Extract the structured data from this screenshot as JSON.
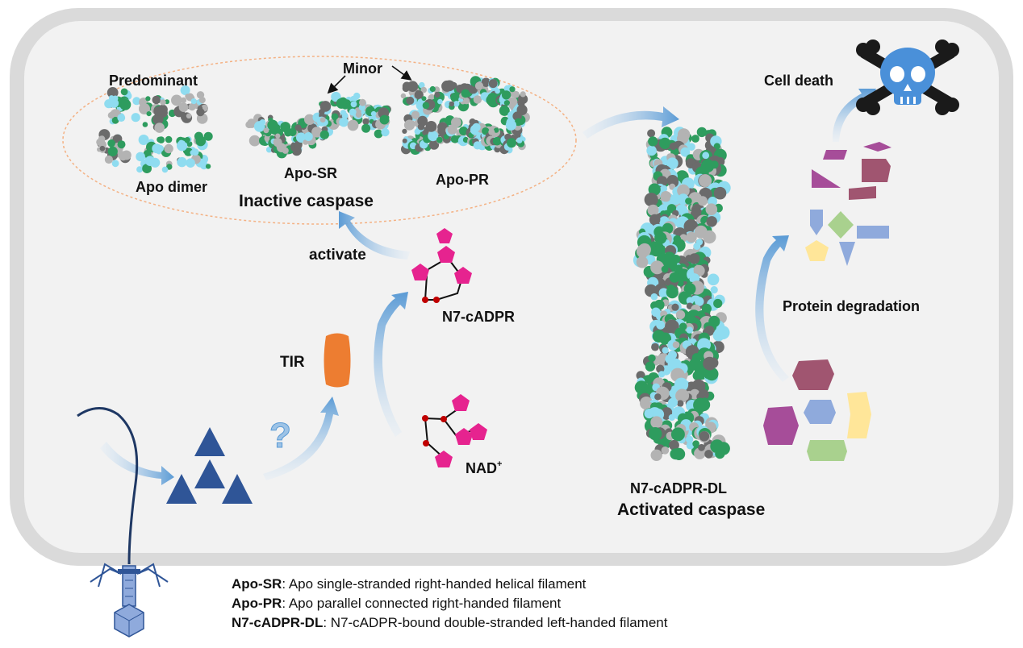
{
  "labels": {
    "predominant": "Predominant",
    "minor": "Minor",
    "apo_dimer": "Apo dimer",
    "apo_sr": "Apo-SR",
    "apo_pr": "Apo-PR",
    "inactive_caspase": "Inactive caspase",
    "activate": "activate",
    "n7_cadpr": "N7-cADPR",
    "tir": "TIR",
    "question": "?",
    "nad": "NAD",
    "nad_sup": "+",
    "n7_cadpr_dl": "N7-cADPR-DL",
    "activated_caspase": "Activated caspase",
    "cell_death": "Cell death",
    "protein_degradation": "Protein degradation"
  },
  "legend": [
    {
      "term": "Apo-SR",
      "definition": ": Apo single-stranded right-handed helical filament"
    },
    {
      "term": "Apo-PR",
      "definition": ": Apo parallel connected right-handed filament"
    },
    {
      "term": "N7-cADPR-DL",
      "definition": ": N7-cADPR-bound double-stranded left-handed filament"
    }
  ],
  "colors": {
    "cell_fill": "#f2f2f2",
    "cell_border": "#d9d9d9",
    "protein_green": "#2e9c5e",
    "protein_cyan": "#8fdcf0",
    "protein_gray": "#b3b3b3",
    "protein_dark": "#6b6b6b",
    "triangle": "#2f5597",
    "tir": "#ed7d31",
    "pentagon": "#e6238f",
    "node": "#c00000",
    "skull": "#4a90d9",
    "arrow": "#9dc3e6",
    "ellipse": "#f4b183"
  },
  "icons": [
    "skull-crossbones-icon",
    "bacteriophage-icon"
  ]
}
